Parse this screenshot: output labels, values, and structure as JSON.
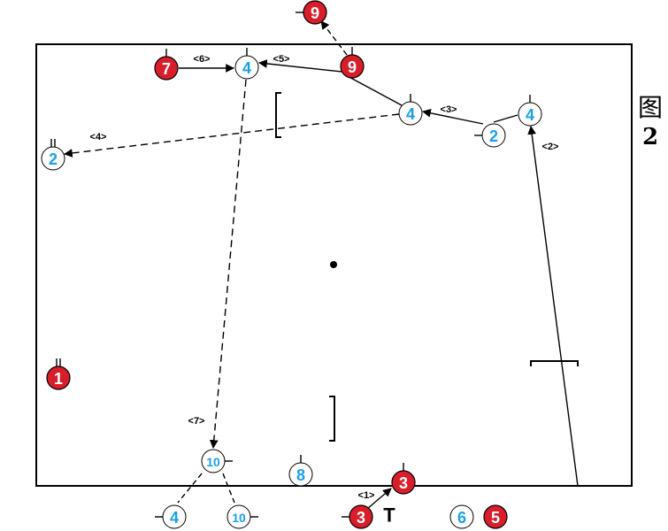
{
  "figure": {
    "char": "图",
    "number": "2"
  },
  "colors": {
    "red_team": "#d81e2a",
    "blue_team": "#1aa0e6",
    "line": "#000000",
    "court": "#ffffff"
  },
  "players": [
    {
      "id": "p-red-9-top",
      "team": "red",
      "label": "9",
      "tick": "left"
    },
    {
      "id": "p-red-7",
      "team": "red",
      "label": "7",
      "tick": "up"
    },
    {
      "id": "p-blue-4-a",
      "team": "blue",
      "label": "4",
      "tick": "up"
    },
    {
      "id": "p-red-9",
      "team": "red",
      "label": "9",
      "tick": "up"
    },
    {
      "id": "p-blue-4-b",
      "team": "blue",
      "label": "4",
      "tick": "up"
    },
    {
      "id": "p-blue-4-c",
      "team": "blue",
      "label": "4",
      "tick": "up"
    },
    {
      "id": "p-blue-2-right",
      "team": "blue",
      "label": "2",
      "tick": "left"
    },
    {
      "id": "p-blue-2-left",
      "team": "blue",
      "label": "2",
      "tick": "double-up"
    },
    {
      "id": "p-red-1",
      "team": "red",
      "label": "1",
      "tick": "double-up"
    },
    {
      "id": "p-blue-10-court",
      "team": "blue",
      "label": "10",
      "tick": "right"
    },
    {
      "id": "p-blue-8",
      "team": "blue",
      "label": "8",
      "tick": "up"
    },
    {
      "id": "p-red-3-court",
      "team": "red",
      "label": "3",
      "tick": "up"
    },
    {
      "id": "p-blue-4-bottom",
      "team": "blue",
      "label": "4",
      "tick": "left"
    },
    {
      "id": "p-blue-10-bottom",
      "team": "blue",
      "label": "10",
      "tick": "right"
    },
    {
      "id": "p-red-3-bottom",
      "team": "red",
      "label": "3",
      "tick": "left"
    },
    {
      "id": "p-blue-6",
      "team": "blue",
      "label": "6",
      "tick": "none"
    },
    {
      "id": "p-red-5",
      "team": "red",
      "label": "5",
      "tick": "none"
    }
  ],
  "steps": [
    {
      "id": "step-1",
      "label": "<1>"
    },
    {
      "id": "step-2",
      "label": "<2>"
    },
    {
      "id": "step-3",
      "label": "<3>"
    },
    {
      "id": "step-4",
      "label": "<4>"
    },
    {
      "id": "step-5",
      "label": "<5>"
    },
    {
      "id": "step-6",
      "label": "<6>"
    },
    {
      "id": "step-7",
      "label": "<7>"
    }
  ],
  "marker_t": "T"
}
